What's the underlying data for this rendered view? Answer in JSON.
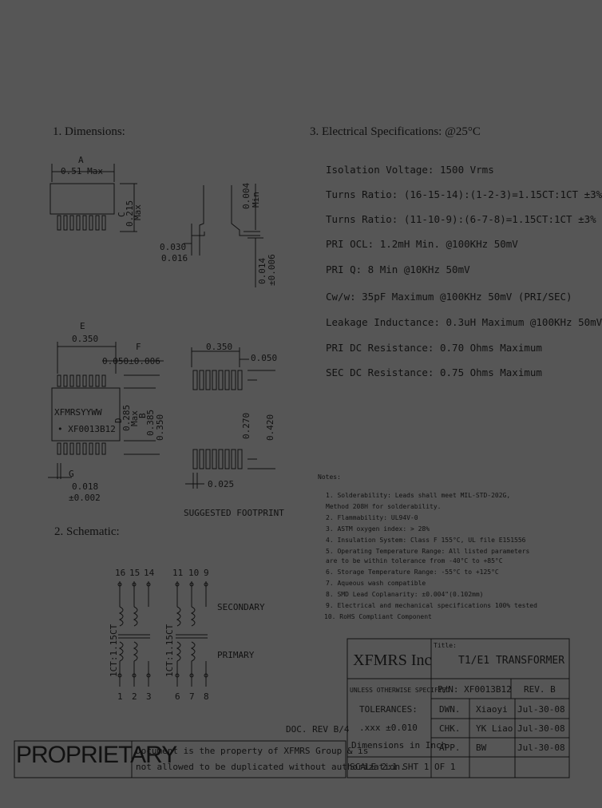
{
  "sections": {
    "dimensions": "1. Dimensions:",
    "electrical": "3. Electrical   Specifications: @25°C",
    "schematic": "2. Schematic:"
  },
  "dims": {
    "A": "A",
    "A_val": "0.51 Max",
    "C": "C",
    "C_val": "0.215",
    "C_max": "Max",
    "min_val": "0.004",
    "min": "Min",
    "dim_030": "0.030",
    "dim_016": "0.016",
    "dim_014": "0.014",
    "dim_006": "±0.006",
    "E": "E",
    "E_val": "0.350",
    "F": "F",
    "F_val": "0.050±0.006",
    "marking1": "XFMRSYYWW",
    "marking2": "• XF0013B12",
    "D": "D",
    "D_val": "0.285",
    "D_max": "Max",
    "B": "B",
    "B_val1": "0.385",
    "B_val2": "0.350",
    "G": "G",
    "G_val": "0.018",
    "G_tol": "±0.002",
    "fp_350": "0.350",
    "fp_050": "0.050",
    "fp_270": "0.270",
    "fp_420": "0.420",
    "fp_025": "0.025",
    "footprint_label": "SUGGESTED FOOTPRINT"
  },
  "specs": [
    "Isolation Voltage: 1500 Vrms",
    "Turns Ratio: (16-15-14):(1-2-3)=1.15CT:1CT ±3%",
    "Turns Ratio: (11-10-9):(6-7-8)=1.15CT:1CT ±3%",
    "PRI OCL: 1.2mH Min. @100KHz 50mV",
    "PRI Q: 8 Min @10KHz 50mV",
    "Cw/w: 35pF Maximum @100KHz 50mV (PRI/SEC)",
    "Leakage Inductance: 0.3uH Maximum @100KHz 50mV",
    "PRI DC Resistance: 0.70 Ohms Maximum",
    "SEC DC Resistance: 0.75 Ohms Maximum"
  ],
  "notes": {
    "title": "Notes:",
    "items": [
      "1. Solderability: Leads shall meet MIL-STD-202G,",
      "   Method 208H for solderability.",
      "2. Flammability: UL94V-0",
      "3. ASTM oxygen index: > 28%",
      "4. Insulation System: Class F 155°C, UL file E151556",
      "5. Operating Temperature Range: All listed parameters",
      "   are to be within tolerance from -40°C to +85°C",
      "6. Storage Temperature Range: -55°C to +125°C",
      "7. Aqueous wash compatible",
      "8. SMD Lead Coplanarity: ±0.004\"(0.102mm)",
      "9. Electrical and mechanical specifications 100% tested",
      "10. RoHS Compliant Component"
    ]
  },
  "schematic": {
    "pins_top_left": [
      "16",
      "15",
      "14"
    ],
    "pins_top_right": [
      "11",
      "10",
      "9"
    ],
    "pins_bot_left": [
      "1",
      "2",
      "3"
    ],
    "pins_bot_right": [
      "6",
      "7",
      "8"
    ],
    "ratio_left": "1CT:1.15CT",
    "ratio_right": "1CT:1.15CT",
    "secondary": "SECONDARY",
    "primary": "PRIMARY"
  },
  "title_block": {
    "title_label": "Title:",
    "company": "XFMRS Inc",
    "title": "T1/E1 TRANSFORMER",
    "unless": "UNLESS OTHERWISE SPECIFIED",
    "tolerances": "TOLERANCES:",
    "tol_val": ".xxx ±0.010",
    "dims_in": "Dimensions in Inch",
    "pn": "P/N: XF0013B12",
    "rev": "REV. B",
    "dwn": "DWN.",
    "dwn_name": "Xiaoyi",
    "dwn_date": "Jul-30-08",
    "chk": "CHK.",
    "chk_name": "YK Liao",
    "chk_date": "Jul-30-08",
    "app": "APP.",
    "app_name": "BW",
    "app_date": "Jul-30-08",
    "scale": "SCALE 2:1 SHT 1 OF 1",
    "doc_rev": "DOC. REV B/4",
    "proprietary": "PROPRIETARY",
    "prop_text1": "Document is the property of XFMRS Group & is",
    "prop_text2": "not allowed to be duplicated without authorization."
  }
}
